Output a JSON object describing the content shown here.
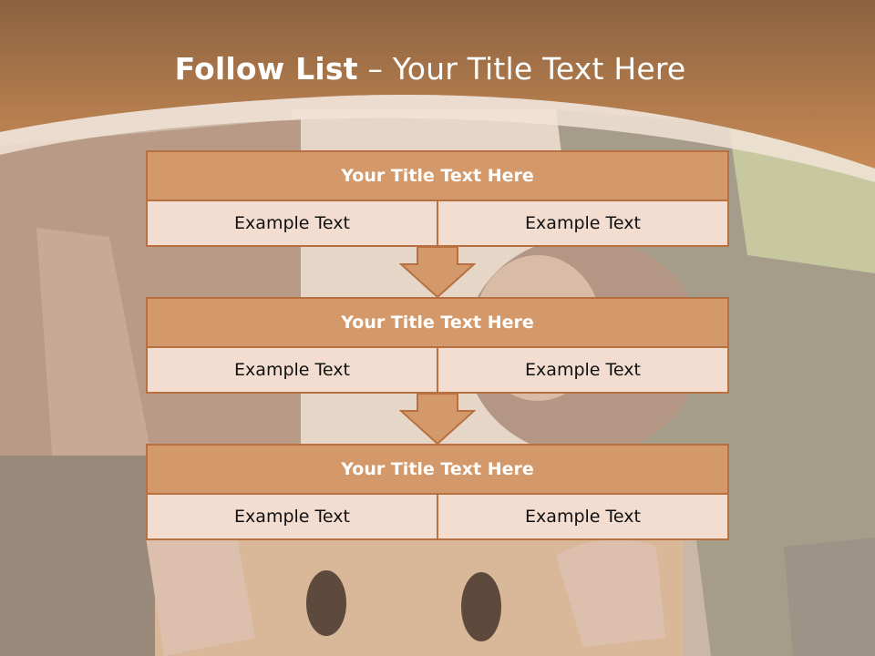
{
  "slide": {
    "title_bold": "Follow List",
    "title_rest": " – Your Title Text Here",
    "colors": {
      "header_band": "#c88a55",
      "box_fill": "#d4996b",
      "box_border": "#b87040",
      "cell_fill": "#f2ddd0"
    }
  },
  "blocks": [
    {
      "title": "Your Title Text Here",
      "left": "Example Text",
      "right": "Example Text"
    },
    {
      "title": "Your Title Text Here",
      "left": "Example Text",
      "right": "Example Text"
    },
    {
      "title": "Your Title Text Here",
      "left": "Example Text",
      "right": "Example Text"
    }
  ],
  "connectors": [
    "down-arrow",
    "down-arrow"
  ]
}
